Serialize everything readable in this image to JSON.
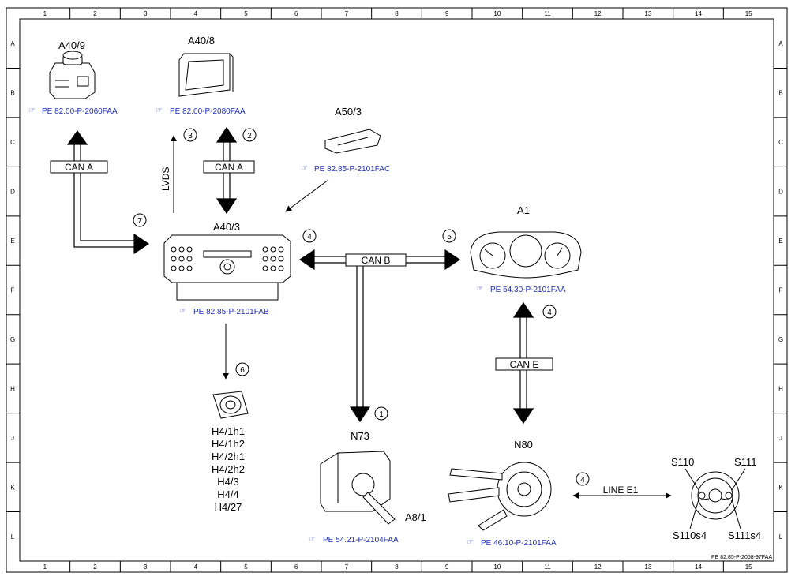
{
  "grid": {
    "columns": [
      "1",
      "2",
      "3",
      "4",
      "5",
      "6",
      "7",
      "8",
      "9",
      "10",
      "11",
      "12",
      "13",
      "14",
      "15"
    ],
    "rows": [
      "A",
      "B",
      "C",
      "D",
      "E",
      "F",
      "G",
      "H",
      "J",
      "K",
      "L"
    ]
  },
  "components": {
    "a40_9": {
      "id": "A40/9",
      "ref": "PE 82.00-P-2060FAA"
    },
    "a40_8": {
      "id": "A40/8",
      "ref": "PE 82.00-P-2080FAA"
    },
    "a50_3": {
      "id": "A50/3",
      "ref": "PE 82.85-P-2101FAC"
    },
    "a40_3": {
      "id": "A40/3",
      "ref": "PE 82.85-P-2101FAB"
    },
    "a1": {
      "id": "A1",
      "ref": "PE 54.30-P-2101FAA"
    },
    "n73": {
      "id": "N73",
      "ref": "PE 54.21-P-2104FAA",
      "sub": "A8/1"
    },
    "n80": {
      "id": "N80",
      "ref": "PE 46.10-P-2101FAA"
    },
    "speakers": [
      "H4/1h1",
      "H4/1h2",
      "H4/2h1",
      "H4/2h2",
      "H4/3",
      "H4/4",
      "H4/27"
    ],
    "wheel": {
      "s110": "S110",
      "s111": "S111",
      "s110s4": "S110s4",
      "s111s4": "S111s4"
    }
  },
  "connections": {
    "can_a_left": "CAN A",
    "can_a_right": "CAN A",
    "lvds": "LVDS",
    "can_b": "CAN B",
    "can_e": "CAN E",
    "line_e1": "LINE E1"
  },
  "markers": [
    "1",
    "2",
    "3",
    "4",
    "5",
    "6",
    "7"
  ],
  "footer": {
    "doc_id": "PE 82.85-P-2058-97FAA"
  },
  "colors": {
    "reference_link": "#1f2fbf",
    "line": "#000000"
  }
}
